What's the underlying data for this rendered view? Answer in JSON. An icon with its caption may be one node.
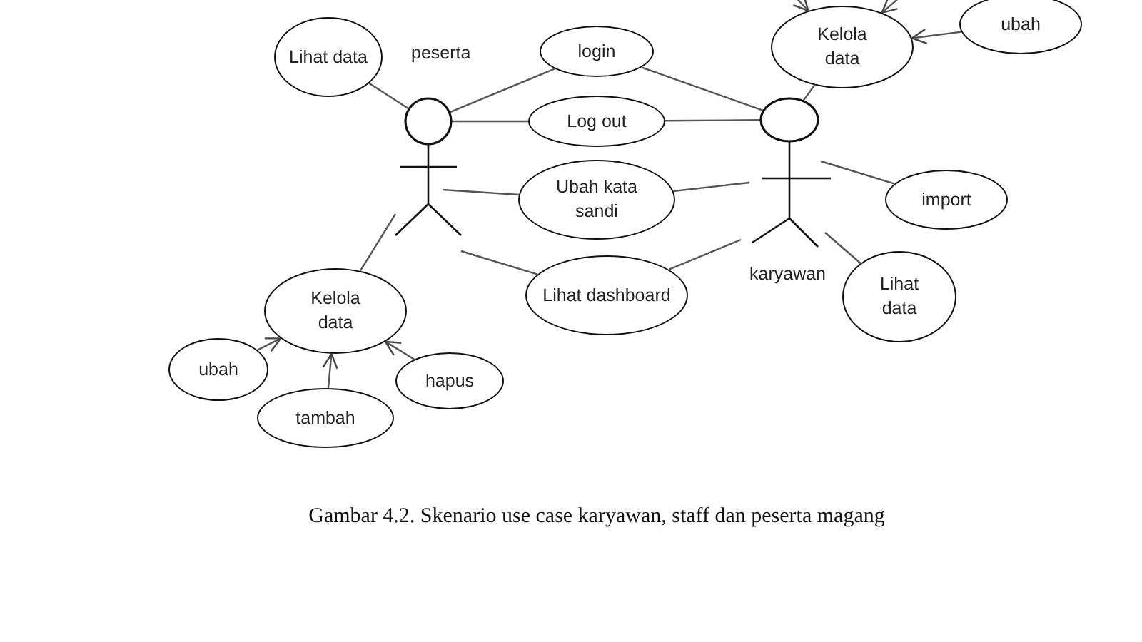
{
  "diagram": {
    "caption": "Gambar 4.2. Skenario use case karyawan, staff dan peserta magang",
    "nodes": [
      {
        "text": [
          "Lihat data"
        ]
      },
      {
        "text": [
          "peserta"
        ]
      },
      {
        "text": [
          "login"
        ]
      },
      {
        "text": [
          "Log out"
        ]
      },
      {
        "text": [
          "Kelola data"
        ]
      },
      {
        "text": [
          "ubah"
        ]
      },
      {
        "text": [
          "karyawan"
        ]
      },
      {
        "text": [
          "Ubah kata sandi"
        ]
      },
      {
        "text": [
          "import"
        ]
      },
      {
        "text": [
          "Lihat dashboard"
        ]
      },
      {
        "text": [
          "Lihat data"
        ]
      },
      {
        "text": [
          "Kelola data"
        ]
      },
      {
        "text": [
          "ubah"
        ]
      },
      {
        "text": [
          "hapus"
        ]
      },
      {
        "text": [
          "tambah"
        ]
      }
    ],
    "edges": [
      {
        "from": 1,
        "to": 0,
        "arrow": "none"
      },
      {
        "from": 1,
        "to": 2,
        "arrow": "none"
      },
      {
        "from": 1,
        "to": 3,
        "arrow": "none"
      },
      {
        "from": 1,
        "to": 7,
        "arrow": "none"
      },
      {
        "from": 1,
        "to": 9,
        "arrow": "none"
      },
      {
        "from": 1,
        "to": 11,
        "arrow": "none"
      },
      {
        "from": 6,
        "to": 2,
        "arrow": "none"
      },
      {
        "from": 6,
        "to": 3,
        "arrow": "none"
      },
      {
        "from": 6,
        "to": 7,
        "arrow": "none"
      },
      {
        "from": 6,
        "to": 9,
        "arrow": "none"
      },
      {
        "from": 6,
        "to": 4,
        "arrow": "none"
      },
      {
        "from": 6,
        "to": 8,
        "arrow": "none"
      },
      {
        "from": 6,
        "to": 10,
        "arrow": "none"
      },
      {
        "from": 12,
        "to": 11,
        "arrow": "to"
      },
      {
        "from": 14,
        "to": 11,
        "arrow": "to"
      },
      {
        "from": 13,
        "to": 11,
        "arrow": "to"
      },
      {
        "from": 5,
        "to": 4,
        "arrow": "to"
      },
      {
        "from": null,
        "to": 4,
        "arrow": "to"
      },
      {
        "from": null,
        "to": 4,
        "arrow": "to"
      }
    ]
  }
}
